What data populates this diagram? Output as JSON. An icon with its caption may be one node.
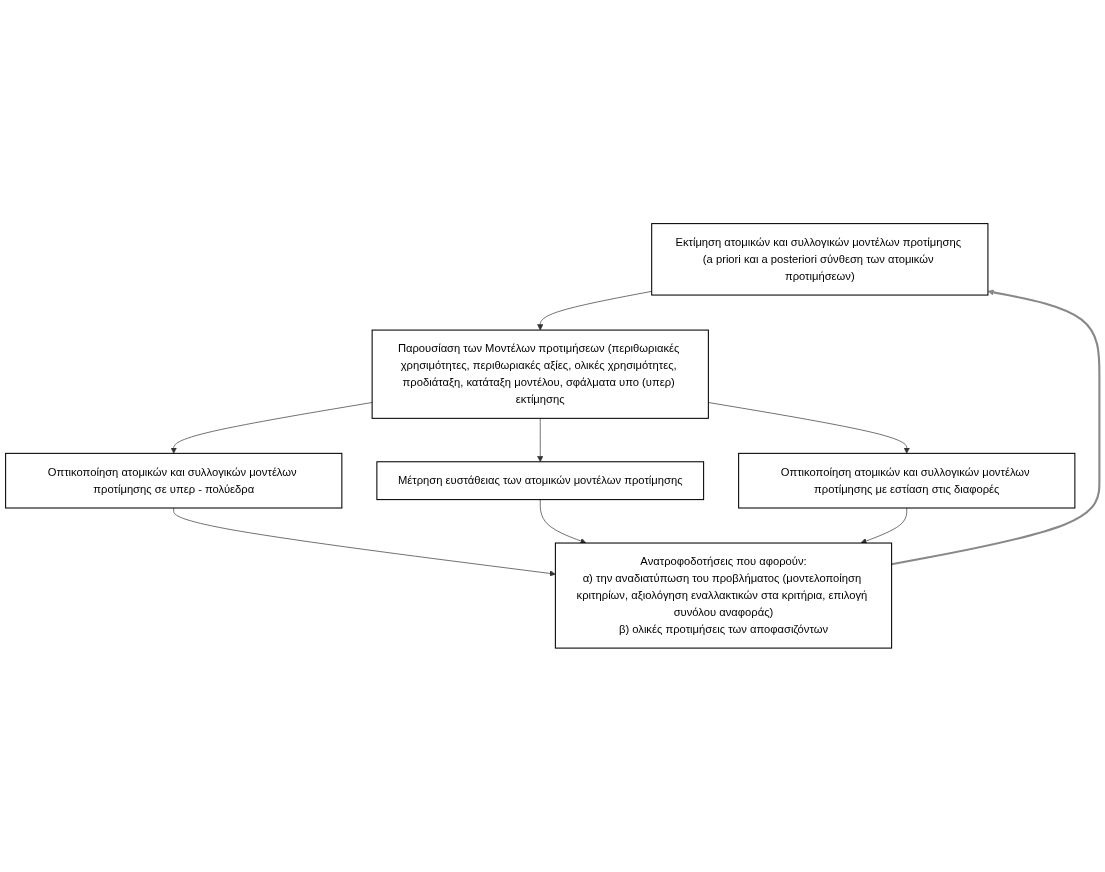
{
  "diagram": {
    "nodes": [
      {
        "text": [
          "Εκτίμηση ατομικών και συλλογικών μοντέλων προτίμησης (a priori και a posteriori σύνθεση των ατομικών προτιμήσεων)"
        ]
      },
      {
        "text": [
          "Παρουσίαση των Μοντέλων προτιμήσεων (περιθωριακές χρησιμότητες, περιθωριακές αξίες, ολικές χρησιμότητες, προδιάταξη, κατάταξη μοντέλου, σφάλματα υπο (υπερ) εκτίμησης"
        ]
      },
      {
        "text": [
          "Οπτικοποίηση ατομικών και συλλογικών μοντέλων προτίμησης σε υπερ - πολύεδρα"
        ]
      },
      {
        "text": [
          "Μέτρηση ευστάθειας των ατομικών μοντέλων προτίμησης"
        ]
      },
      {
        "text": [
          "Οπτικοποίηση ατομικών και συλλογικών μοντέλων προτίμησης με εστίαση στις διαφορές"
        ]
      },
      {
        "text": [
          "Ανατροφοδοτήσεις που αφορούν:",
          "α) την αναδιατύπωση του προβλήματος (μοντελοποίηση κριτηρίων, αξιολόγηση εναλλακτικών στα κριτήρια, επιλογή συνόλου αναφοράς)",
          "β) ολικές προτιμήσεις των αποφασιζόντων"
        ]
      }
    ],
    "edges": [
      {
        "from": 0,
        "to": 1,
        "arrow": "to"
      },
      {
        "from": 1,
        "to": 2,
        "arrow": "to"
      },
      {
        "from": 1,
        "to": 3,
        "arrow": "to"
      },
      {
        "from": 1,
        "to": 4,
        "arrow": "to"
      },
      {
        "from": 2,
        "to": 5,
        "arrow": "to"
      },
      {
        "from": 3,
        "to": 5,
        "arrow": "to"
      },
      {
        "from": 4,
        "to": 5,
        "arrow": "to"
      },
      {
        "from": 5,
        "to": 0,
        "arrow": "to"
      }
    ]
  }
}
